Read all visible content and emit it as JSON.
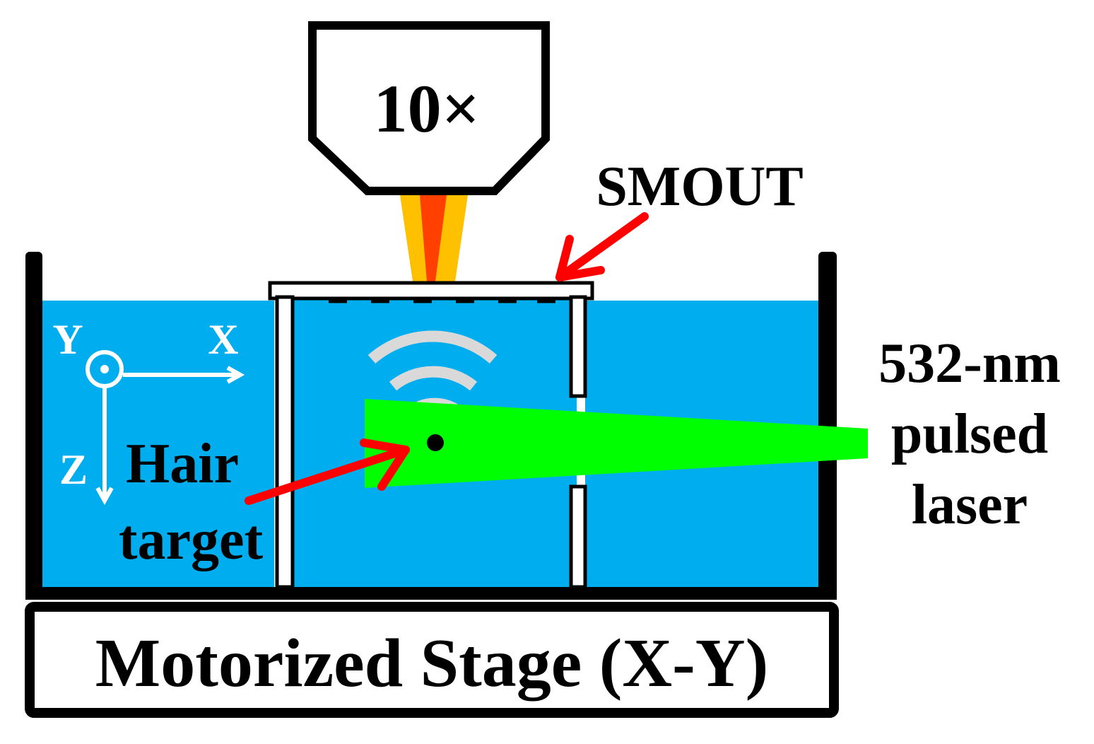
{
  "objective": {
    "label": "10×"
  },
  "smout": {
    "label": "SMOUT"
  },
  "laser": {
    "line1": "532-nm",
    "line2": "pulsed",
    "line3": "laser"
  },
  "hair": {
    "line1": "Hair",
    "line2": "target"
  },
  "axes": {
    "x": "X",
    "y": "Y",
    "z": "Z"
  },
  "stage": {
    "label": "Motorized Stage (X-Y)"
  },
  "colors": {
    "water": "#00aeef",
    "laser_green": "#00ff00",
    "beam_orange": "#ffc000",
    "beam_red": "#ff4000",
    "arrow_red": "#ff0000",
    "wave_gray": "#d9d9d9"
  }
}
